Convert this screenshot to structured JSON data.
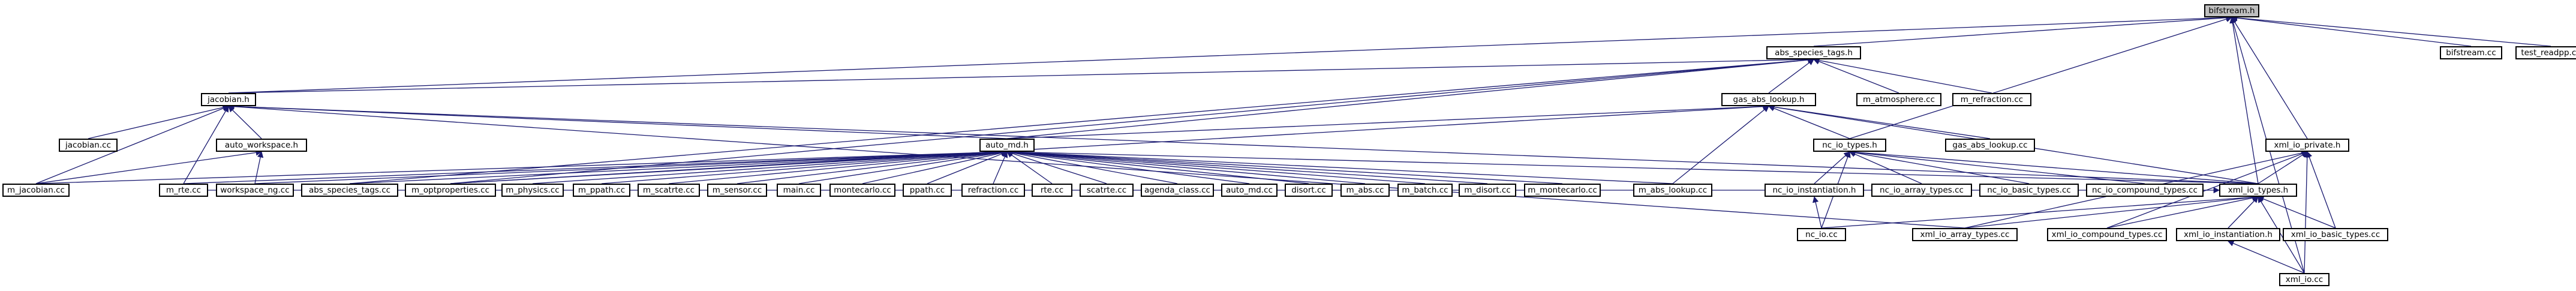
{
  "colors": {
    "edge": "#191970",
    "node_border": "#000000",
    "node_fill": "#ffffff",
    "root_fill": "#bfbfbf"
  },
  "nodes": [
    {
      "id": "bifstream_h",
      "label": "bifstream.h",
      "root": true
    },
    {
      "id": "abs_species_tags_h",
      "label": "abs_species_tags.h"
    },
    {
      "id": "bifstream_cc",
      "label": "bifstream.cc"
    },
    {
      "id": "test_readpp_cc",
      "label": "test_readpp.cc"
    },
    {
      "id": "jacobian_h",
      "label": "jacobian.h"
    },
    {
      "id": "gas_abs_lookup_h",
      "label": "gas_abs_lookup.h"
    },
    {
      "id": "m_atmosphere_cc",
      "label": "m_atmosphere.cc"
    },
    {
      "id": "m_refraction_cc",
      "label": "m_refraction.cc"
    },
    {
      "id": "jacobian_cc",
      "label": "jacobian.cc"
    },
    {
      "id": "auto_workspace_h",
      "label": "auto_workspace.h"
    },
    {
      "id": "auto_md_h",
      "label": "auto_md.h"
    },
    {
      "id": "nc_io_types_h",
      "label": "nc_io_types.h"
    },
    {
      "id": "gas_abs_lookup_cc",
      "label": "gas_abs_lookup.cc"
    },
    {
      "id": "xml_io_private_h",
      "label": "xml_io_private.h"
    },
    {
      "id": "m_jacobian_cc",
      "label": "m_jacobian.cc"
    },
    {
      "id": "m_rte_cc",
      "label": "m_rte.cc"
    },
    {
      "id": "workspace_ng_cc",
      "label": "workspace_ng.cc"
    },
    {
      "id": "abs_species_tags_cc",
      "label": "abs_species_tags.cc"
    },
    {
      "id": "m_optproperties_cc",
      "label": "m_optproperties.cc"
    },
    {
      "id": "m_physics_cc",
      "label": "m_physics.cc"
    },
    {
      "id": "m_ppath_cc",
      "label": "m_ppath.cc"
    },
    {
      "id": "m_scatrte_cc",
      "label": "m_scatrte.cc"
    },
    {
      "id": "m_sensor_cc",
      "label": "m_sensor.cc"
    },
    {
      "id": "main_cc",
      "label": "main.cc"
    },
    {
      "id": "montecarlo_cc",
      "label": "montecarlo.cc"
    },
    {
      "id": "ppath_cc",
      "label": "ppath.cc"
    },
    {
      "id": "refraction_cc",
      "label": "refraction.cc"
    },
    {
      "id": "rte_cc",
      "label": "rte.cc"
    },
    {
      "id": "scatrte_cc",
      "label": "scatrte.cc"
    },
    {
      "id": "agenda_class_cc",
      "label": "agenda_class.cc"
    },
    {
      "id": "auto_md_cc",
      "label": "auto_md.cc"
    },
    {
      "id": "disort_cc",
      "label": "disort.cc"
    },
    {
      "id": "m_abs_cc",
      "label": "m_abs.cc"
    },
    {
      "id": "m_batch_cc",
      "label": "m_batch.cc"
    },
    {
      "id": "m_disort_cc",
      "label": "m_disort.cc"
    },
    {
      "id": "m_montecarlo_cc",
      "label": "m_montecarlo.cc"
    },
    {
      "id": "m_abs_lookup_cc",
      "label": "m_abs_lookup.cc"
    },
    {
      "id": "nc_io_instantiation_h",
      "label": "nc_io_instantiation.h"
    },
    {
      "id": "nc_io_array_types_cc",
      "label": "nc_io_array_types.cc"
    },
    {
      "id": "nc_io_basic_types_cc",
      "label": "nc_io_basic_types.cc"
    },
    {
      "id": "nc_io_compound_types_cc",
      "label": "nc_io_compound_types.cc"
    },
    {
      "id": "xml_io_types_h",
      "label": "xml_io_types.h"
    },
    {
      "id": "nc_io_cc",
      "label": "nc_io.cc"
    },
    {
      "id": "xml_io_array_types_cc",
      "label": "xml_io_array_types.cc"
    },
    {
      "id": "xml_io_compound_types_cc",
      "label": "xml_io_compound_types.cc"
    },
    {
      "id": "xml_io_instantiation_h",
      "label": "xml_io_instantiation.h"
    },
    {
      "id": "xml_io_basic_types_cc",
      "label": "xml_io_basic_types.cc"
    },
    {
      "id": "xml_io_cc",
      "label": "xml_io.cc"
    }
  ],
  "edges": [
    [
      "abs_species_tags_h",
      "bifstream_h"
    ],
    [
      "bifstream_cc",
      "bifstream_h"
    ],
    [
      "test_readpp_cc",
      "bifstream_h"
    ],
    [
      "jacobian_h",
      "bifstream_h"
    ],
    [
      "nc_io_types_h",
      "bifstream_h"
    ],
    [
      "xml_io_private_h",
      "bifstream_h"
    ],
    [
      "xml_io_types_h",
      "bifstream_h"
    ],
    [
      "xml_io_cc",
      "bifstream_h"
    ],
    [
      "jacobian_h",
      "abs_species_tags_h"
    ],
    [
      "gas_abs_lookup_h",
      "abs_species_tags_h"
    ],
    [
      "m_atmosphere_cc",
      "abs_species_tags_h"
    ],
    [
      "m_refraction_cc",
      "abs_species_tags_h"
    ],
    [
      "auto_md_h",
      "abs_species_tags_h"
    ],
    [
      "abs_species_tags_cc",
      "abs_species_tags_h"
    ],
    [
      "m_optproperties_cc",
      "abs_species_tags_h"
    ],
    [
      "jacobian_cc",
      "jacobian_h"
    ],
    [
      "auto_workspace_h",
      "jacobian_h"
    ],
    [
      "auto_md_h",
      "jacobian_h"
    ],
    [
      "m_jacobian_cc",
      "jacobian_h"
    ],
    [
      "m_rte_cc",
      "jacobian_h"
    ],
    [
      "xml_io_types_h",
      "jacobian_h"
    ],
    [
      "xml_io_array_types_cc",
      "jacobian_h"
    ],
    [
      "auto_md_h",
      "gas_abs_lookup_h"
    ],
    [
      "nc_io_types_h",
      "gas_abs_lookup_h"
    ],
    [
      "gas_abs_lookup_cc",
      "gas_abs_lookup_h"
    ],
    [
      "xml_io_types_h",
      "gas_abs_lookup_h"
    ],
    [
      "m_abs_lookup_cc",
      "gas_abs_lookup_h"
    ],
    [
      "m_optproperties_cc",
      "gas_abs_lookup_h"
    ],
    [
      "workspace_ng_cc",
      "auto_workspace_h"
    ],
    [
      "m_jacobian_cc",
      "auto_workspace_h"
    ],
    [
      "m_jacobian_cc",
      "auto_md_h"
    ],
    [
      "m_rte_cc",
      "auto_md_h"
    ],
    [
      "workspace_ng_cc",
      "auto_md_h"
    ],
    [
      "abs_species_tags_cc",
      "auto_md_h"
    ],
    [
      "m_optproperties_cc",
      "auto_md_h"
    ],
    [
      "m_physics_cc",
      "auto_md_h"
    ],
    [
      "m_ppath_cc",
      "auto_md_h"
    ],
    [
      "m_scatrte_cc",
      "auto_md_h"
    ],
    [
      "m_sensor_cc",
      "auto_md_h"
    ],
    [
      "main_cc",
      "auto_md_h"
    ],
    [
      "montecarlo_cc",
      "auto_md_h"
    ],
    [
      "ppath_cc",
      "auto_md_h"
    ],
    [
      "refraction_cc",
      "auto_md_h"
    ],
    [
      "rte_cc",
      "auto_md_h"
    ],
    [
      "scatrte_cc",
      "auto_md_h"
    ],
    [
      "agenda_class_cc",
      "auto_md_h"
    ],
    [
      "auto_md_cc",
      "auto_md_h"
    ],
    [
      "disort_cc",
      "auto_md_h"
    ],
    [
      "m_abs_cc",
      "auto_md_h"
    ],
    [
      "m_batch_cc",
      "auto_md_h"
    ],
    [
      "m_disort_cc",
      "auto_md_h"
    ],
    [
      "m_montecarlo_cc",
      "auto_md_h"
    ],
    [
      "m_abs_lookup_cc",
      "auto_md_h"
    ],
    [
      "xml_io_types_h",
      "auto_md_h"
    ],
    [
      "nc_io_instantiation_h",
      "nc_io_types_h"
    ],
    [
      "nc_io_array_types_cc",
      "nc_io_types_h"
    ],
    [
      "nc_io_basic_types_cc",
      "nc_io_types_h"
    ],
    [
      "nc_io_compound_types_cc",
      "nc_io_types_h"
    ],
    [
      "nc_io_cc",
      "nc_io_types_h"
    ],
    [
      "xml_io_types_h",
      "nc_io_types_h"
    ],
    [
      "nc_io_cc",
      "nc_io_instantiation_h"
    ],
    [
      "xml_io_types_h",
      "xml_io_private_h"
    ],
    [
      "xml_io_array_types_cc",
      "xml_io_private_h"
    ],
    [
      "xml_io_basic_types_cc",
      "xml_io_private_h"
    ],
    [
      "xml_io_compound_types_cc",
      "xml_io_private_h"
    ],
    [
      "xml_io_cc",
      "xml_io_private_h"
    ],
    [
      "xml_io_array_types_cc",
      "xml_io_types_h"
    ],
    [
      "xml_io_compound_types_cc",
      "xml_io_types_h"
    ],
    [
      "xml_io_instantiation_h",
      "xml_io_types_h"
    ],
    [
      "xml_io_basic_types_cc",
      "xml_io_types_h"
    ],
    [
      "xml_io_cc",
      "xml_io_types_h"
    ],
    [
      "nc_io_cc",
      "xml_io_types_h"
    ],
    [
      "m_rte_cc",
      "xml_io_types_h"
    ],
    [
      "xml_io_cc",
      "xml_io_instantiation_h"
    ]
  ]
}
